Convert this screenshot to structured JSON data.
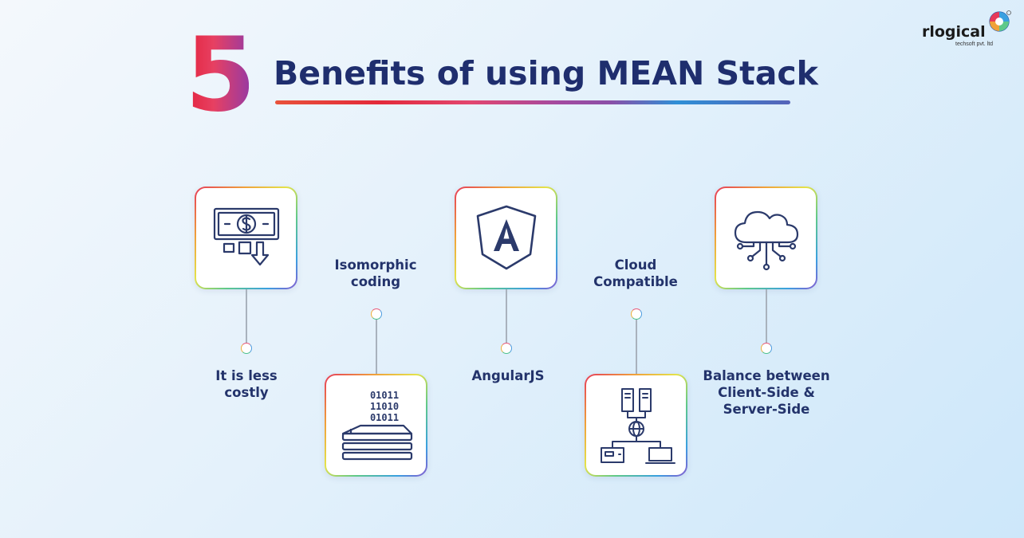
{
  "header": {
    "number": "5",
    "title": "Benefits of using MEAN Stack"
  },
  "logo": {
    "name": "rlogical",
    "tagline": "techsoft pvt. ltd"
  },
  "benefits": [
    {
      "label": "It is less\ncostly",
      "icon": "money-down-icon"
    },
    {
      "label": "Isomorphic\ncoding",
      "icon": "binary-stack-icon"
    },
    {
      "label": "AngularJS",
      "icon": "angular-icon"
    },
    {
      "label": "Cloud\nCompatible",
      "icon": "server-network-icon"
    },
    {
      "label": "Balance between\nClient-Side &\nServer-Side",
      "icon": "cloud-circuit-icon"
    }
  ],
  "colors": {
    "title": "#1f2e6e",
    "label": "#23336b",
    "icon_stroke": "#2b3a6b"
  }
}
